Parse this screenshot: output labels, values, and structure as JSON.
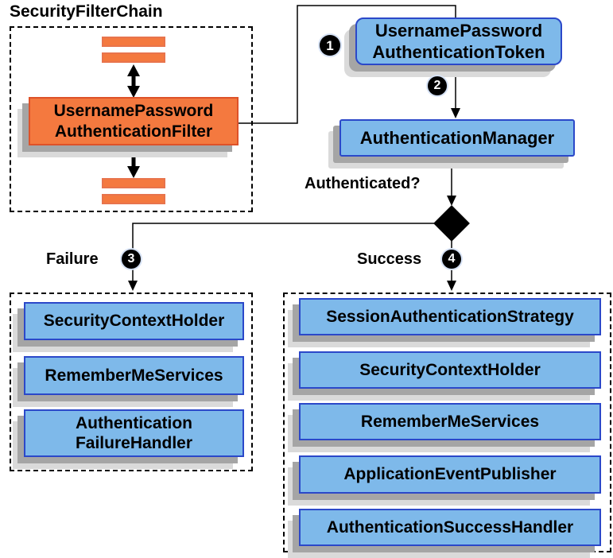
{
  "title": "SecurityFilterChain",
  "colors": {
    "orange_fill": "#F4793F",
    "orange_border": "#DE5229",
    "blue_fill": "#7EB9EA",
    "blue_border": "#2B48C9",
    "shadow_dark": "#A5A5A5",
    "shadow_light": "#DADADA",
    "badge_bg": "#000000",
    "badge_text": "#FFFFFF"
  },
  "nodes": {
    "filter": {
      "line1": "UsernamePassword",
      "line2": "AuthenticationFilter"
    },
    "token": {
      "line1": "UsernamePassword",
      "line2": "AuthenticationToken"
    },
    "manager": {
      "label": "AuthenticationManager"
    }
  },
  "steps": {
    "one": "1",
    "two": "2",
    "three": "3",
    "four": "4"
  },
  "decision_label": "Authenticated?",
  "failure": {
    "label": "Failure",
    "items": [
      "SecurityContextHolder",
      "RememberMeServices",
      [
        "Authentication",
        "FailureHandler"
      ]
    ]
  },
  "success": {
    "label": "Success",
    "items": [
      "SessionAuthenticationStrategy",
      "SecurityContextHolder",
      "RememberMeServices",
      "ApplicationEventPublisher",
      "AuthenticationSuccessHandler"
    ]
  }
}
